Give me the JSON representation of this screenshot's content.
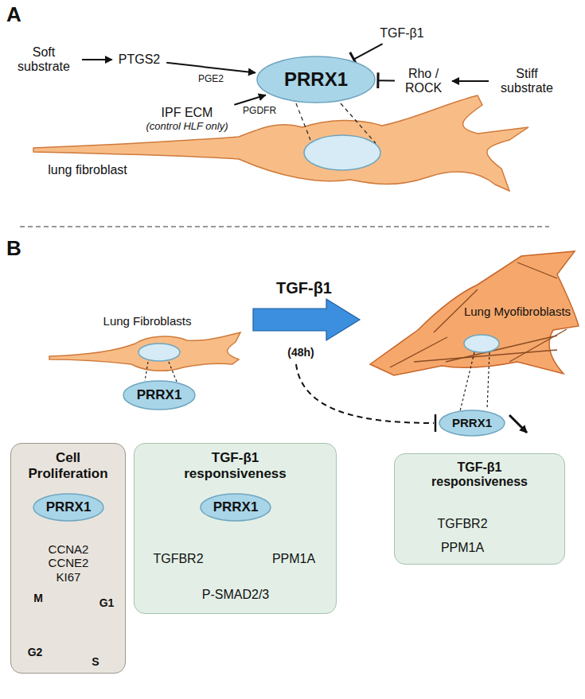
{
  "diagram": {
    "nodes": [
      {
        "text": [
          "Soft substrate"
        ]
      },
      {
        "text": [
          "PTGS2"
        ]
      },
      {
        "text": [
          "PRRX1"
        ]
      },
      {
        "text": [
          "TGF-β1"
        ]
      },
      {
        "text": [
          "Rho / ROCK"
        ]
      },
      {
        "text": [
          "Stiff substrate"
        ]
      },
      {
        "text": [
          "IPF ECM",
          "(control HLF only)"
        ]
      },
      {
        "text": [
          "PRRX1"
        ]
      },
      {
        "text": [
          "Cell Proliferation"
        ]
      },
      {
        "text": [
          "PRRX1"
        ],
        "in": 8
      },
      {
        "text": [
          "CCNA2 CCNE2 KI67"
        ],
        "in": 8
      },
      {
        "text": [
          "TGF-β1 responsiveness"
        ]
      },
      {
        "text": [
          "PRRX1"
        ],
        "in": 11
      },
      {
        "text": [
          "TGFBR2"
        ],
        "in": 11
      },
      {
        "text": [
          "PPM1A"
        ],
        "in": 11
      },
      {
        "text": [
          "P-SMAD2/3"
        ],
        "in": 11
      },
      {
        "text": [
          "PRRX1"
        ]
      },
      {
        "text": [
          "TGF-β1 responsiveness"
        ]
      },
      {
        "text": [
          "TGFBR2"
        ],
        "in": 17
      },
      {
        "text": [
          "PPM1A"
        ],
        "in": 17
      }
    ],
    "edges": [
      {
        "from": 0,
        "to": 1,
        "arrow": "to"
      },
      {
        "from": 1,
        "to": 2,
        "label": "PGE2",
        "arrow": "to"
      },
      {
        "from": 3,
        "to": 2,
        "arrow": "to"
      },
      {
        "from": 4,
        "to": 2,
        "arrow": "to"
      },
      {
        "from": 5,
        "to": 4,
        "arrow": "to"
      },
      {
        "from": 6,
        "to": 2,
        "label": "PGDFR",
        "arrow": "to"
      },
      {
        "from": 9,
        "to": 10,
        "arrow": "to"
      },
      {
        "from": 12,
        "to": 13,
        "arrow": "to"
      },
      {
        "from": 12,
        "to": 14,
        "arrow": "to"
      },
      {
        "from": 13,
        "to": 15,
        "arrow": "to"
      },
      {
        "from": 14,
        "to": 15,
        "arrow": "to"
      }
    ],
    "labels": [
      "A",
      "lung fibroblast",
      "B",
      "Lung Fibroblasts",
      "TGF-β1",
      "(48h)",
      "Lung Myofibroblasts",
      "G1",
      "S",
      "G2",
      "M"
    ]
  }
}
